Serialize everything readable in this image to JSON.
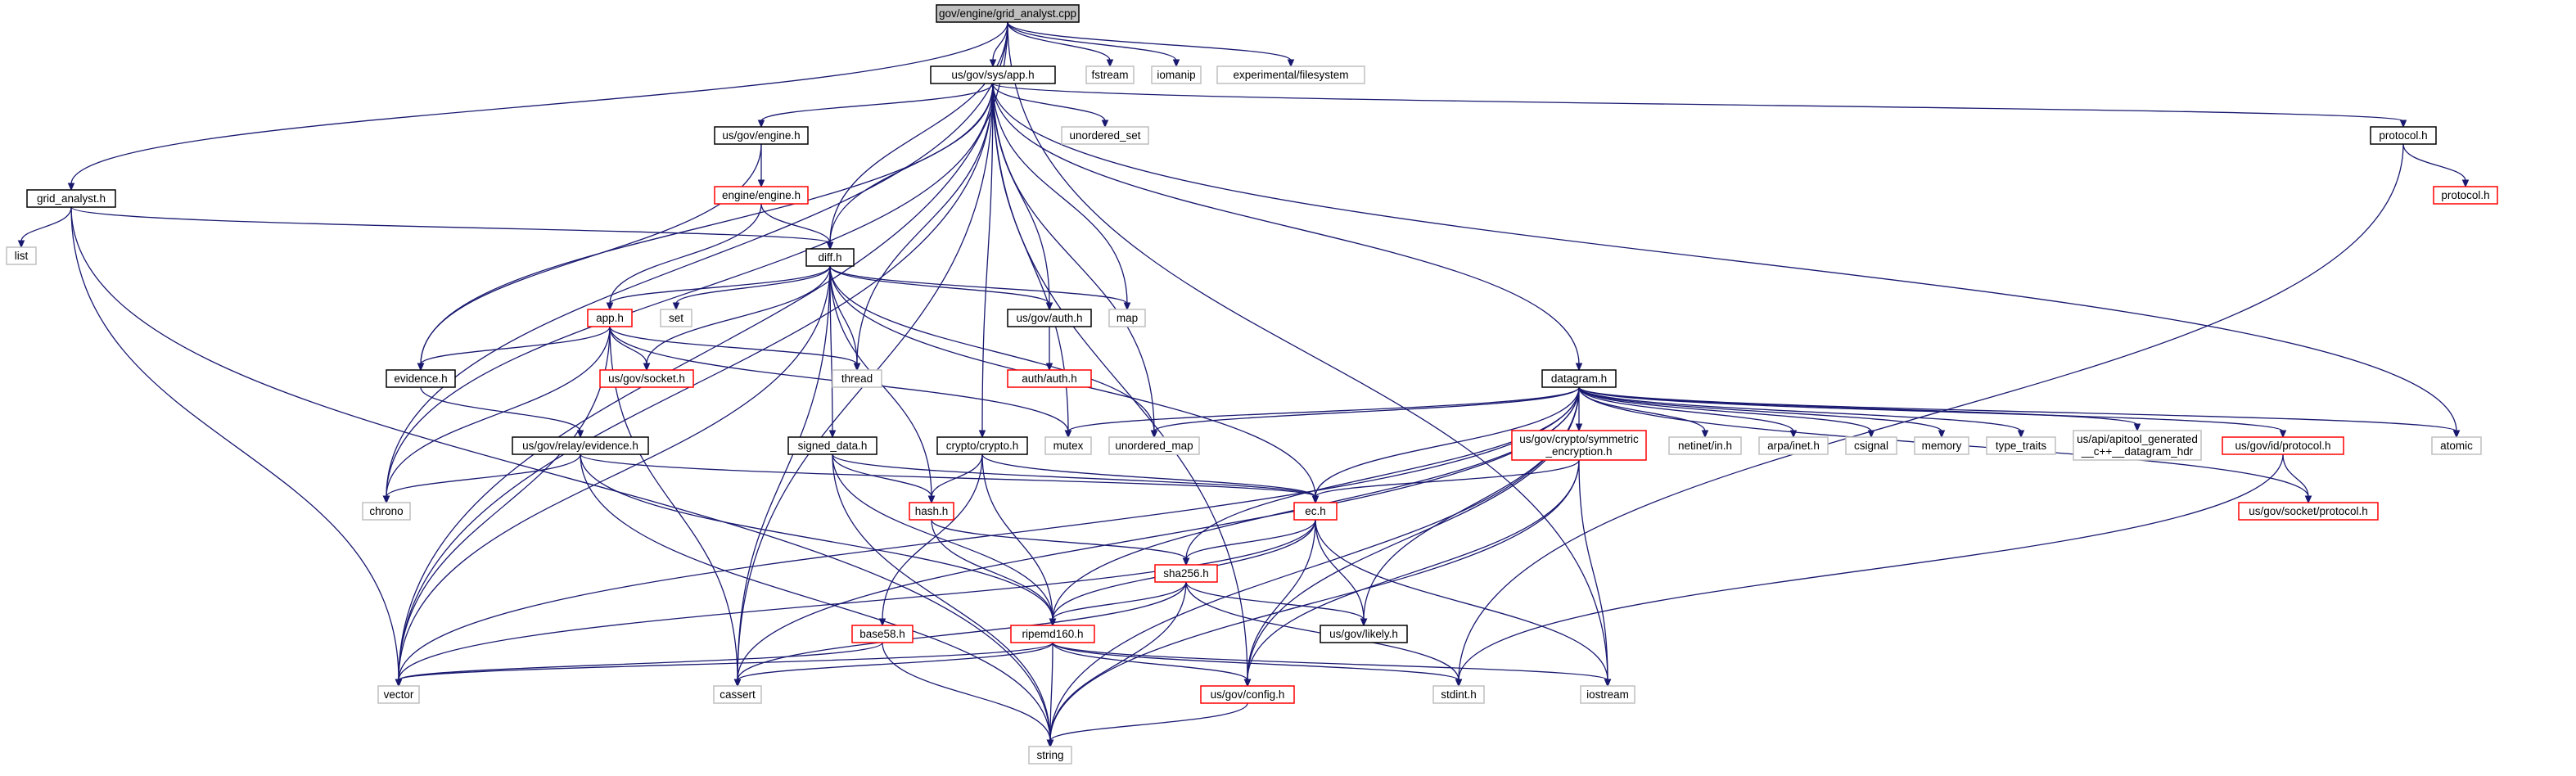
{
  "graph": {
    "title": "gov/engine/grid_analyst.cpp",
    "colors": {
      "edge": "#191970",
      "file_border": "#000000",
      "broken_border": "#ff0000",
      "system_border": "#bfbfbf",
      "root_fill": "#bfbfbf"
    },
    "nodes": [
      {
        "id": "root",
        "label": "gov/engine/grid_analyst.cpp",
        "kind": "root"
      },
      {
        "id": "gah",
        "label": "grid_analyst.h",
        "kind": "file"
      },
      {
        "id": "apph_sys",
        "label": "us/gov/sys/app.h",
        "kind": "file"
      },
      {
        "id": "fstream",
        "label": "fstream",
        "kind": "system"
      },
      {
        "id": "iomanip",
        "label": "iomanip",
        "kind": "system"
      },
      {
        "id": "expfs",
        "label": "experimental/filesystem",
        "kind": "system"
      },
      {
        "id": "list",
        "label": "list",
        "kind": "system"
      },
      {
        "id": "engine_h",
        "label": "us/gov/engine.h",
        "kind": "file"
      },
      {
        "id": "unordered_set",
        "label": "unordered_set",
        "kind": "system"
      },
      {
        "id": "protocol_h",
        "label": "protocol.h",
        "kind": "file"
      },
      {
        "id": "protocol_h2",
        "label": "protocol.h",
        "kind": "broken"
      },
      {
        "id": "engine_engine",
        "label": "engine/engine.h",
        "kind": "broken"
      },
      {
        "id": "diff",
        "label": "diff.h",
        "kind": "file"
      },
      {
        "id": "app_h",
        "label": "app.h",
        "kind": "broken"
      },
      {
        "id": "set",
        "label": "set",
        "kind": "system"
      },
      {
        "id": "auth_h",
        "label": "us/gov/auth.h",
        "kind": "file"
      },
      {
        "id": "map",
        "label": "map",
        "kind": "system"
      },
      {
        "id": "evidence_h",
        "label": "evidence.h",
        "kind": "file"
      },
      {
        "id": "socket_h",
        "label": "us/gov/socket.h",
        "kind": "broken"
      },
      {
        "id": "thread",
        "label": "thread",
        "kind": "system"
      },
      {
        "id": "auth_auth",
        "label": "auth/auth.h",
        "kind": "broken"
      },
      {
        "id": "datagram",
        "label": "datagram.h",
        "kind": "file"
      },
      {
        "id": "relay_ev",
        "label": "us/gov/relay/evidence.h",
        "kind": "file"
      },
      {
        "id": "signed",
        "label": "signed_data.h",
        "kind": "file"
      },
      {
        "id": "cryptoh",
        "label": "crypto/crypto.h",
        "kind": "file"
      },
      {
        "id": "mutex",
        "label": "mutex",
        "kind": "system"
      },
      {
        "id": "unordered_map",
        "label": "unordered_map",
        "kind": "system"
      },
      {
        "id": "symenc",
        "label": "us/gov/crypto/symmetric\n_encryption.h",
        "kind": "broken"
      },
      {
        "id": "netinet",
        "label": "netinet/in.h",
        "kind": "system"
      },
      {
        "id": "arpa",
        "label": "arpa/inet.h",
        "kind": "system"
      },
      {
        "id": "csignal",
        "label": "csignal",
        "kind": "system"
      },
      {
        "id": "memory",
        "label": "memory",
        "kind": "system"
      },
      {
        "id": "type_traits",
        "label": "type_traits",
        "kind": "system"
      },
      {
        "id": "apitool",
        "label": "us/api/apitool_generated\n__c++__datagram_hdr",
        "kind": "system"
      },
      {
        "id": "id_protocol",
        "label": "us/gov/id/protocol.h",
        "kind": "broken"
      },
      {
        "id": "atomic",
        "label": "atomic",
        "kind": "system"
      },
      {
        "id": "socket_protocol",
        "label": "us/gov/socket/protocol.h",
        "kind": "broken"
      },
      {
        "id": "chrono",
        "label": "chrono",
        "kind": "system"
      },
      {
        "id": "hash",
        "label": "hash.h",
        "kind": "broken"
      },
      {
        "id": "ec",
        "label": "ec.h",
        "kind": "broken"
      },
      {
        "id": "sha256",
        "label": "sha256.h",
        "kind": "broken"
      },
      {
        "id": "likely",
        "label": "us/gov/likely.h",
        "kind": "file"
      },
      {
        "id": "base58",
        "label": "base58.h",
        "kind": "broken"
      },
      {
        "id": "ripemd",
        "label": "ripemd160.h",
        "kind": "broken"
      },
      {
        "id": "vector",
        "label": "vector",
        "kind": "system"
      },
      {
        "id": "cassert",
        "label": "cassert",
        "kind": "system"
      },
      {
        "id": "config",
        "label": "us/gov/config.h",
        "kind": "broken"
      },
      {
        "id": "stdint",
        "label": "stdint.h",
        "kind": "system"
      },
      {
        "id": "iostream",
        "label": "iostream",
        "kind": "system"
      },
      {
        "id": "string",
        "label": "string",
        "kind": "system"
      }
    ],
    "edges": [
      [
        "root",
        "gah"
      ],
      [
        "root",
        "apph_sys"
      ],
      [
        "root",
        "fstream"
      ],
      [
        "root",
        "iomanip"
      ],
      [
        "root",
        "expfs"
      ],
      [
        "root",
        "diff"
      ],
      [
        "root",
        "vector"
      ],
      [
        "root",
        "chrono"
      ],
      [
        "root",
        "iostream"
      ],
      [
        "gah",
        "list"
      ],
      [
        "gah",
        "diff"
      ],
      [
        "gah",
        "vector"
      ],
      [
        "gah",
        "string"
      ],
      [
        "apph_sys",
        "engine_h"
      ],
      [
        "apph_sys",
        "unordered_set"
      ],
      [
        "apph_sys",
        "protocol_h"
      ],
      [
        "apph_sys",
        "diff"
      ],
      [
        "apph_sys",
        "auth_h"
      ],
      [
        "apph_sys",
        "map"
      ],
      [
        "apph_sys",
        "thread"
      ],
      [
        "apph_sys",
        "datagram"
      ],
      [
        "apph_sys",
        "mutex"
      ],
      [
        "apph_sys",
        "unordered_map"
      ],
      [
        "apph_sys",
        "atomic"
      ],
      [
        "apph_sys",
        "config"
      ],
      [
        "apph_sys",
        "cryptoh"
      ],
      [
        "apph_sys",
        "evidence_h"
      ],
      [
        "apph_sys",
        "chrono"
      ],
      [
        "apph_sys",
        "vector"
      ],
      [
        "apph_sys",
        "cassert"
      ],
      [
        "engine_h",
        "engine_engine"
      ],
      [
        "engine_h",
        "evidence_h"
      ],
      [
        "protocol_h",
        "protocol_h2"
      ],
      [
        "protocol_h",
        "stdint"
      ],
      [
        "engine_engine",
        "diff"
      ],
      [
        "engine_engine",
        "app_h"
      ],
      [
        "diff",
        "app_h"
      ],
      [
        "diff",
        "set"
      ],
      [
        "diff",
        "auth_h"
      ],
      [
        "diff",
        "map"
      ],
      [
        "diff",
        "socket_h"
      ],
      [
        "diff",
        "thread"
      ],
      [
        "diff",
        "signed"
      ],
      [
        "diff",
        "hash"
      ],
      [
        "diff",
        "ec"
      ],
      [
        "diff",
        "unordered_map"
      ],
      [
        "diff",
        "cassert"
      ],
      [
        "diff",
        "vector"
      ],
      [
        "app_h",
        "evidence_h"
      ],
      [
        "app_h",
        "socket_h"
      ],
      [
        "app_h",
        "thread"
      ],
      [
        "app_h",
        "mutex"
      ],
      [
        "app_h",
        "chrono"
      ],
      [
        "app_h",
        "vector"
      ],
      [
        "app_h",
        "cassert"
      ],
      [
        "auth_h",
        "auth_auth"
      ],
      [
        "evidence_h",
        "relay_ev"
      ],
      [
        "relay_ev",
        "chrono"
      ],
      [
        "relay_ev",
        "ec"
      ],
      [
        "relay_ev",
        "ripemd"
      ],
      [
        "relay_ev",
        "string"
      ],
      [
        "signed",
        "hash"
      ],
      [
        "signed",
        "ec"
      ],
      [
        "signed",
        "ripemd"
      ],
      [
        "signed",
        "string"
      ],
      [
        "cryptoh",
        "hash"
      ],
      [
        "cryptoh",
        "ec"
      ],
      [
        "cryptoh",
        "base58"
      ],
      [
        "cryptoh",
        "ripemd"
      ],
      [
        "datagram",
        "mutex"
      ],
      [
        "datagram",
        "unordered_map"
      ],
      [
        "datagram",
        "symenc"
      ],
      [
        "datagram",
        "netinet"
      ],
      [
        "datagram",
        "arpa"
      ],
      [
        "datagram",
        "csignal"
      ],
      [
        "datagram",
        "memory"
      ],
      [
        "datagram",
        "type_traits"
      ],
      [
        "datagram",
        "apitool"
      ],
      [
        "datagram",
        "id_protocol"
      ],
      [
        "datagram",
        "atomic"
      ],
      [
        "datagram",
        "socket_protocol"
      ],
      [
        "datagram",
        "ec"
      ],
      [
        "datagram",
        "sha256"
      ],
      [
        "datagram",
        "likely"
      ],
      [
        "datagram",
        "ripemd"
      ],
      [
        "datagram",
        "config"
      ],
      [
        "datagram",
        "cassert"
      ],
      [
        "datagram",
        "vector"
      ],
      [
        "datagram",
        "string"
      ],
      [
        "symenc",
        "ec"
      ],
      [
        "symenc",
        "config"
      ],
      [
        "symenc",
        "iostream"
      ],
      [
        "symenc",
        "string"
      ],
      [
        "id_protocol",
        "socket_protocol"
      ],
      [
        "id_protocol",
        "stdint"
      ],
      [
        "hash",
        "sha256"
      ],
      [
        "hash",
        "ripemd"
      ],
      [
        "ec",
        "sha256"
      ],
      [
        "ec",
        "ripemd"
      ],
      [
        "ec",
        "likely"
      ],
      [
        "ec",
        "config"
      ],
      [
        "ec",
        "iostream"
      ],
      [
        "ec",
        "vector"
      ],
      [
        "sha256",
        "ripemd"
      ],
      [
        "sha256",
        "likely"
      ],
      [
        "sha256",
        "stdint"
      ],
      [
        "sha256",
        "string"
      ],
      [
        "sha256",
        "cassert"
      ],
      [
        "base58",
        "vector"
      ],
      [
        "base58",
        "string"
      ],
      [
        "ripemd",
        "config"
      ],
      [
        "ripemd",
        "stdint"
      ],
      [
        "ripemd",
        "iostream"
      ],
      [
        "ripemd",
        "cassert"
      ],
      [
        "ripemd",
        "vector"
      ],
      [
        "ripemd",
        "string"
      ],
      [
        "config",
        "string"
      ]
    ]
  }
}
